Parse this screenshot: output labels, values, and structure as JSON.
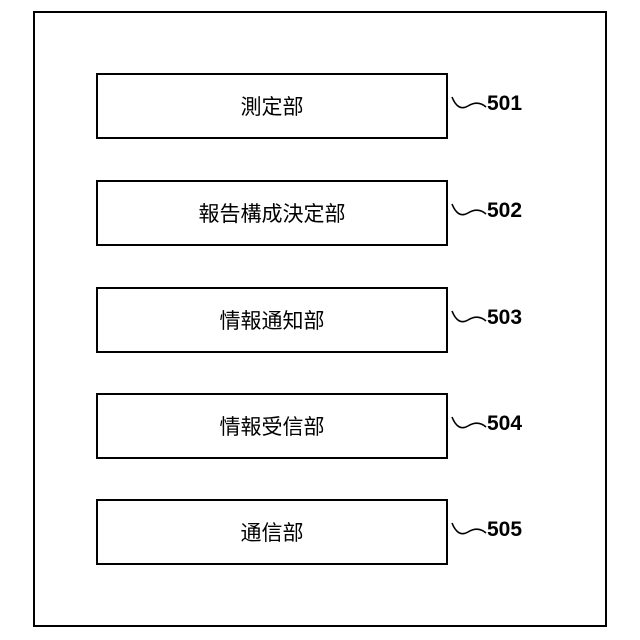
{
  "blocks": [
    {
      "label": "測定部",
      "ref": "501"
    },
    {
      "label": "報告構成決定部",
      "ref": "502"
    },
    {
      "label": "情報通知部",
      "ref": "503"
    },
    {
      "label": "情報受信部",
      "ref": "504"
    },
    {
      "label": "通信部",
      "ref": "505"
    }
  ]
}
